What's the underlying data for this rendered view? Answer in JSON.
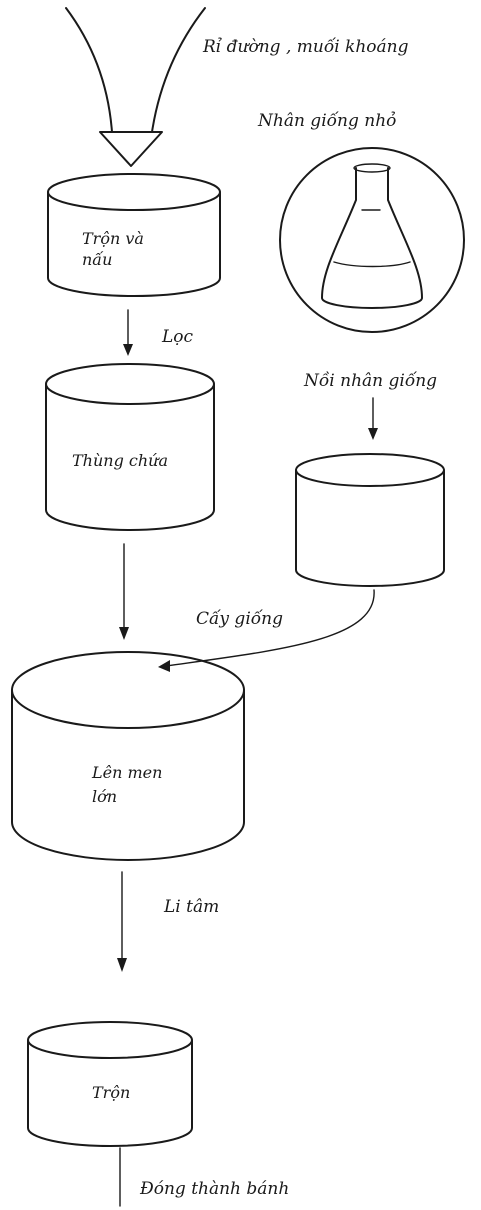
{
  "labels": {
    "input": "Rỉ đường , muối khoáng",
    "small_culture": "Nhân giống nhỏ",
    "mix_cook_line1": "Trộn và",
    "mix_cook_line2": "nấu",
    "filter": "Lọc",
    "storage_tank": "Thùng chứa",
    "seed_vessel": "Nồi nhân giống",
    "inoculate": "Cấy giống",
    "main_ferment_line1": "Lên men",
    "main_ferment_line2": "lớn",
    "centrifuge": "Li tâm",
    "mixer": "Trộn",
    "press_cakes": "Đóng thành bánh"
  }
}
